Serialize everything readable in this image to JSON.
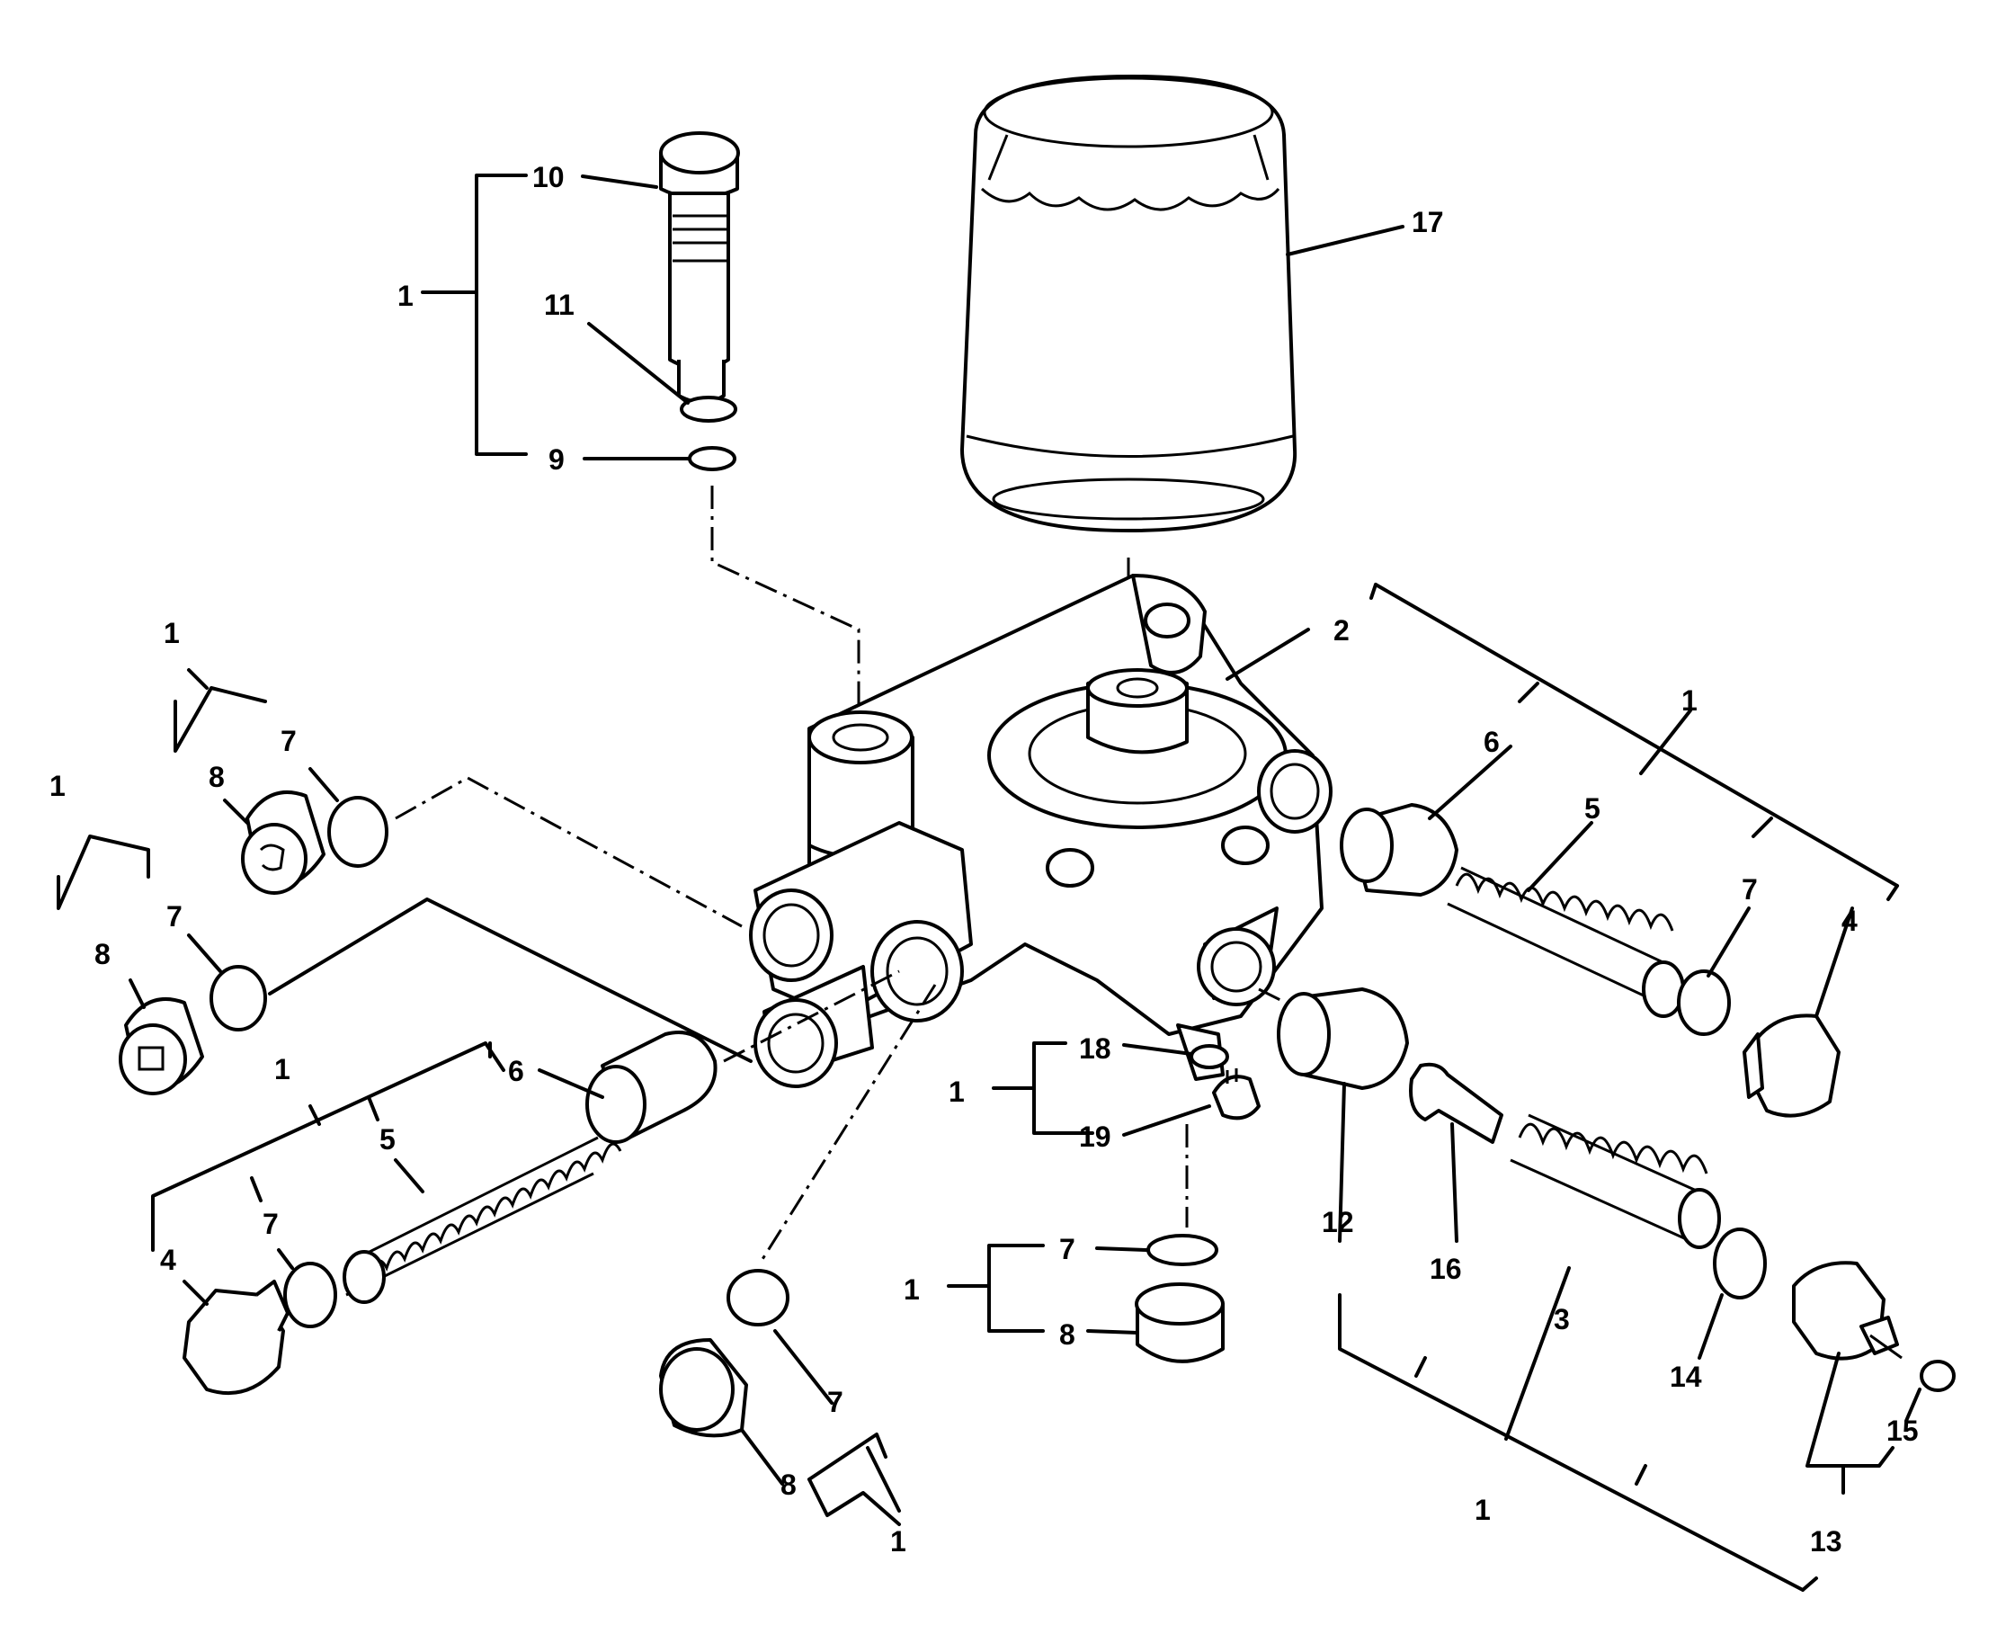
{
  "labels": {
    "l1_top": "1",
    "l10": "10",
    "l11": "11",
    "l9": "9",
    "l17": "17",
    "l2": "2",
    "l1_ul": "1",
    "l7_ul": "7",
    "l8_ul": "8",
    "l1_ll": "1",
    "l7_ll": "7",
    "l8_ll": "8",
    "l1_lc": "1",
    "l6_l": "6",
    "l5_l": "5",
    "l4_l": "4",
    "l7_l": "7",
    "l1_r": "1",
    "l6_r": "6",
    "l5_r": "5",
    "l7_r": "7",
    "l4_r": "4",
    "l18": "18",
    "l1_m": "1",
    "l19": "19",
    "l7_bc": "7",
    "l1_bc": "1",
    "l8_bc": "8",
    "l7_b": "7",
    "l8_b": "8",
    "l1_b": "1",
    "l12": "12",
    "l16": "16",
    "l3": "3",
    "l14": "14",
    "l15": "15",
    "l13": "13",
    "l1_br": "1"
  }
}
